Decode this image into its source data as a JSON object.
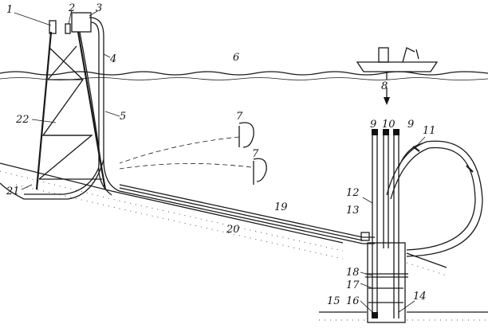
{
  "diagram": {
    "title": "Offshore platform pipeline laying scheme",
    "labels": {
      "l1": "1",
      "l2": "2",
      "l3": "3",
      "l4": "4",
      "l5": "5",
      "l6": "6",
      "l7a": "7",
      "l7b": "7",
      "l8": "8",
      "l9a": "9",
      "l10": "10",
      "l9b": "9",
      "l11": "11",
      "l12": "12",
      "l13": "13",
      "l14": "14",
      "l15": "15",
      "l16": "16",
      "l17": "17",
      "l18": "18",
      "l19": "19",
      "l20": "20",
      "l21": "21",
      "l22": "22"
    }
  }
}
